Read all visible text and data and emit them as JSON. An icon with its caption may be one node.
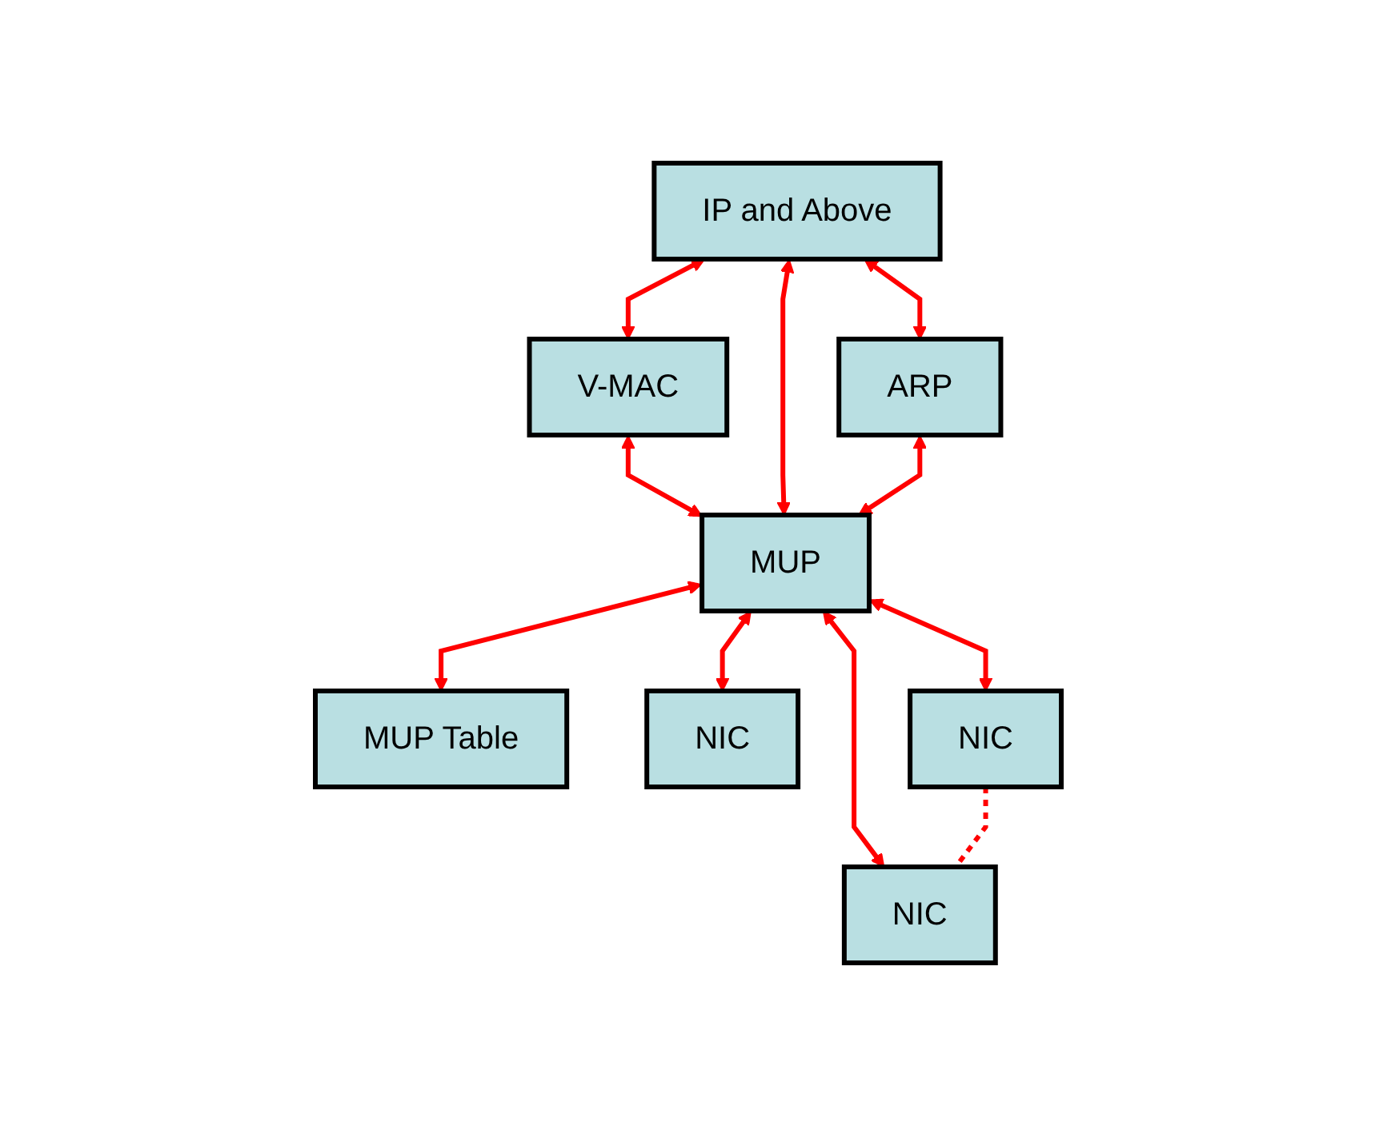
{
  "diagram": {
    "nodes": [
      {
        "text": [
          "IP and Above"
        ]
      },
      {
        "text": [
          "V-MAC"
        ]
      },
      {
        "text": [
          "ARP"
        ]
      },
      {
        "text": [
          "MUP Table"
        ]
      },
      {
        "text": [
          "MUP"
        ]
      },
      {
        "text": [
          "NIC"
        ]
      },
      {
        "text": [
          "NIC"
        ]
      },
      {
        "text": [
          "NIC"
        ]
      }
    ],
    "edges": [
      {
        "from": 0,
        "to": 1,
        "arrow": "both"
      },
      {
        "from": 1,
        "to": 4,
        "arrow": "both"
      },
      {
        "from": 0,
        "to": 2,
        "arrow": "both"
      },
      {
        "from": 0,
        "to": 4,
        "arrow": "both"
      },
      {
        "from": 2,
        "to": 4,
        "arrow": "both"
      },
      {
        "from": 4,
        "to": 3,
        "arrow": "both"
      },
      {
        "from": 4,
        "to": 5,
        "arrow": "both"
      },
      {
        "from": 4,
        "to": 6,
        "arrow": "both"
      },
      {
        "from": 4,
        "to": 7,
        "arrow": "both"
      },
      {
        "from": 6,
        "to": 7,
        "arrow": "none",
        "style": "dashed"
      }
    ]
  }
}
